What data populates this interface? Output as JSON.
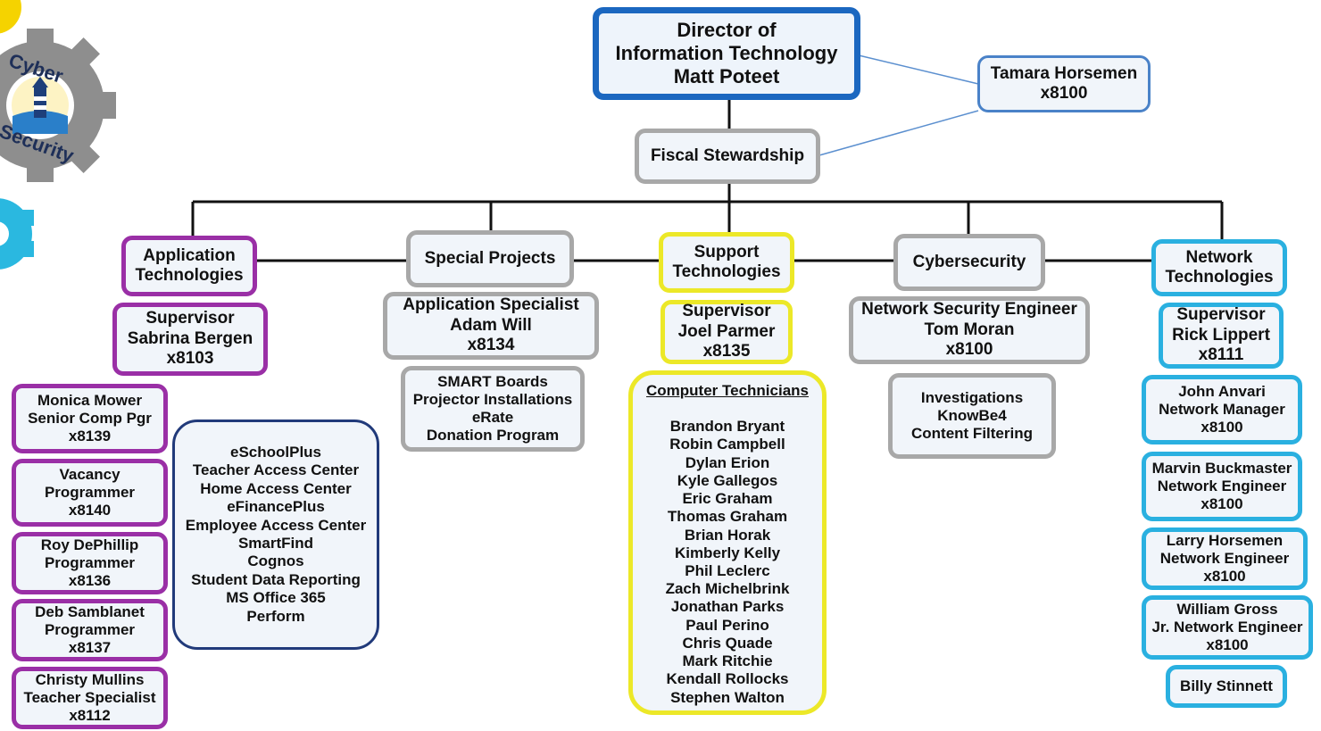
{
  "logo": {
    "top_text": "Cyber",
    "bottom_text": "Security",
    "gear_color": "#8e8e8e",
    "accent_yellow": "#f5d300",
    "accent_cyan": "#2ab8e0"
  },
  "colors": {
    "director": "#1b67c0",
    "gray": "#a8a8a8",
    "purple": "#9a2fa6",
    "navy": "#213a7a",
    "yellow": "#ece828",
    "cyan": "#2ab0e0"
  },
  "director": [
    "Director of",
    "Information Technology",
    "Matt Poteet"
  ],
  "assistant": [
    "Tamara Horsemen",
    "x8100"
  ],
  "fiscal": [
    "Fiscal Stewardship"
  ],
  "application_technologies": {
    "header": [
      "Application",
      "Technologies"
    ],
    "supervisor": [
      "Supervisor",
      "Sabrina Bergen",
      "x8103"
    ],
    "staff": [
      [
        "Monica Mower",
        "Senior Comp Pgr",
        "x8139"
      ],
      [
        "Vacancy",
        "Programmer",
        "x8140"
      ],
      [
        "Roy DePhillip",
        "Programmer",
        "x8136"
      ],
      [
        "Deb Samblanet",
        "Programmer",
        "x8137"
      ],
      [
        "Christy Mullins",
        "Teacher Specialist",
        "x8112"
      ]
    ],
    "systems": [
      "eSchoolPlus",
      "Teacher Access Center",
      "Home Access Center",
      "eFinancePlus",
      "Employee Access Center",
      "SmartFind",
      "Cognos",
      "Student Data Reporting",
      "MS Office 365",
      "Perform"
    ]
  },
  "special_projects": {
    "header": [
      "Special Projects"
    ],
    "specialist": [
      "Application Specialist",
      "Adam Will",
      "x8134"
    ],
    "duties": [
      "SMART Boards",
      "Projector Installations",
      "eRate",
      "Donation Program"
    ]
  },
  "support_technologies": {
    "header": [
      "Support",
      "Technologies"
    ],
    "supervisor": [
      "Supervisor",
      "Joel Parmer",
      "x8135"
    ],
    "technicians_title": "Computer Technicians",
    "technicians": [
      "Brandon Bryant",
      "Robin Campbell",
      "Dylan Erion",
      "Kyle Gallegos",
      "Eric Graham",
      "Thomas Graham",
      "Brian Horak",
      "Kimberly Kelly",
      "Phil Leclerc",
      "Zach Michelbrink",
      "Jonathan Parks",
      "Paul Perino",
      "Chris Quade",
      "Mark Ritchie",
      "Kendall Rollocks",
      "Stephen Walton"
    ]
  },
  "cybersecurity": {
    "header": [
      "Cybersecurity"
    ],
    "engineer": [
      "Network Security Engineer",
      "Tom Moran",
      "x8100"
    ],
    "duties": [
      "Investigations",
      "KnowBe4",
      "Content Filtering"
    ]
  },
  "network_technologies": {
    "header": [
      "Network",
      "Technologies"
    ],
    "supervisor": [
      "Supervisor",
      "Rick Lippert",
      "x8111"
    ],
    "staff": [
      [
        "John Anvari",
        "Network Manager",
        "x8100"
      ],
      [
        "Marvin Buckmaster",
        "Network Engineer",
        "x8100"
      ],
      [
        "Larry Horsemen",
        "Network Engineer",
        "x8100"
      ],
      [
        "William Gross",
        "Jr. Network Engineer",
        "x8100"
      ],
      [
        "Billy Stinnett"
      ]
    ]
  }
}
